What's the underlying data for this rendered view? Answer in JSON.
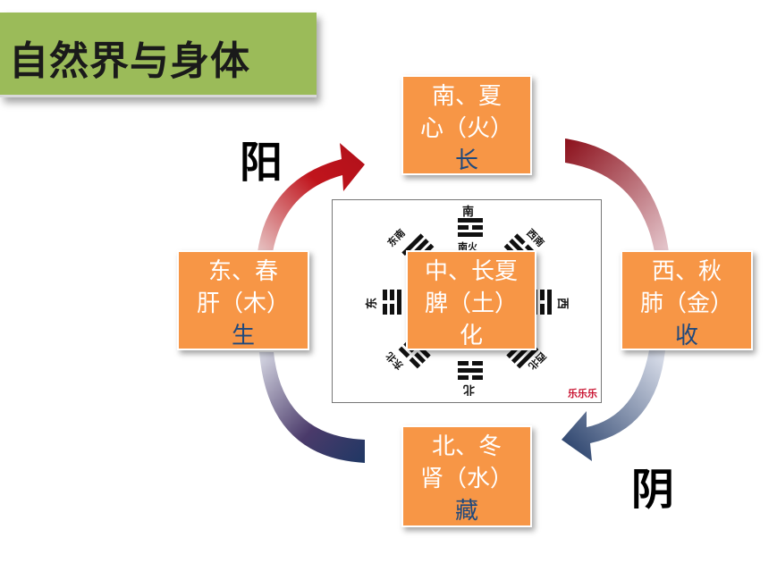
{
  "title": "自然界与身体",
  "yang_label": "阳",
  "yin_label": "阴",
  "boxes": {
    "south": {
      "line1": "南、夏",
      "line2": "心（火）",
      "action": "长"
    },
    "east": {
      "line1": "东、春",
      "line2": "肝（木）",
      "action": "生"
    },
    "west": {
      "line1": "西、秋",
      "line2": "肺（金）",
      "action": "收"
    },
    "north": {
      "line1": "北、冬",
      "line2": "肾（水）",
      "action": "藏"
    },
    "center": {
      "line1": "中、长夏",
      "line2": "脾（土）",
      "action": "化"
    }
  },
  "bagua": {
    "south": "南",
    "south_sub": "南火",
    "north": "北",
    "east": "东",
    "west": "西",
    "southeast": "东南",
    "southwest": "西南",
    "northeast": "东北",
    "northwest": "西北",
    "logo": "乐乐乐"
  },
  "colors": {
    "title_bg": "#9bbb59",
    "box_bg": "#f79646",
    "action_text": "#1f497d",
    "yang_arrow": "#c0141c",
    "yin_arrow": "#1f3864"
  }
}
